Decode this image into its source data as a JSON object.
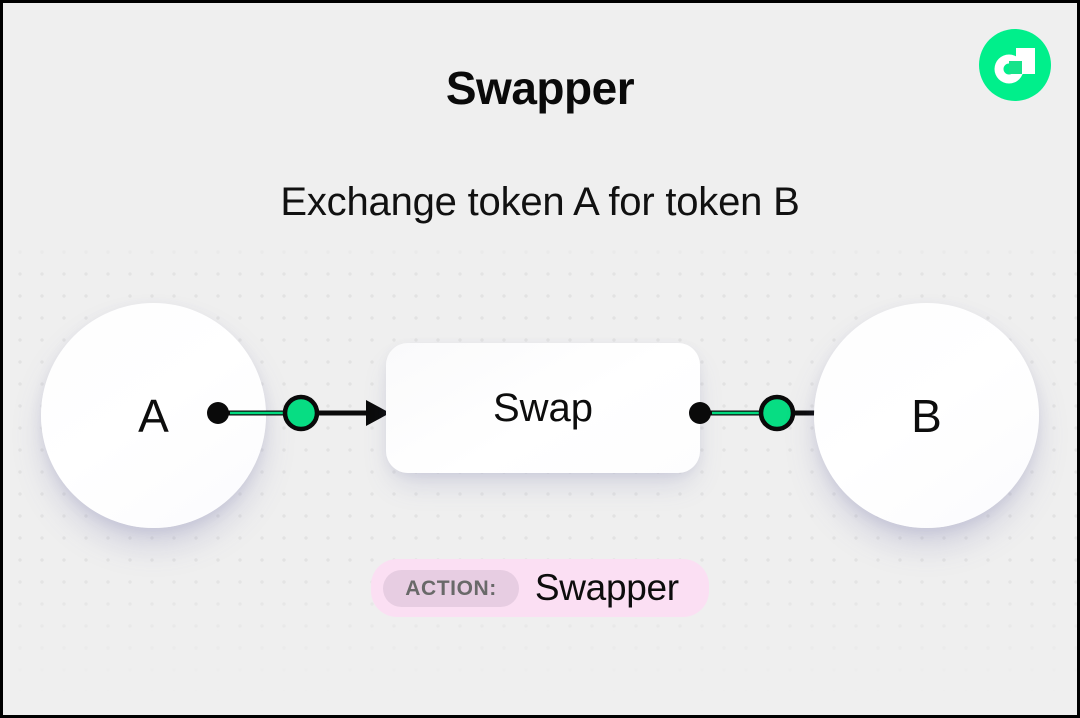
{
  "page": {
    "title": "Swapper",
    "subtitle": "Exchange token A for token B",
    "background_color": "#efefef",
    "frame_color": "#000000"
  },
  "brand": {
    "name": "flow-logo",
    "icon": "flow-logo-icon",
    "circle_color": "#00ef8b",
    "mark_color": "#ffffff",
    "accent_color": "#16e38a"
  },
  "diagram": {
    "type": "flow",
    "nodes": [
      {
        "id": "token-a",
        "label": "A",
        "shape": "circle"
      },
      {
        "id": "swap",
        "label": "Swap",
        "shape": "rounded-rect"
      },
      {
        "id": "token-b",
        "label": "B",
        "shape": "circle"
      }
    ],
    "edges": [
      {
        "id": "edge-left",
        "from": "token-a",
        "to": "swap",
        "marker": "arrow"
      },
      {
        "id": "edge-right",
        "from": "swap",
        "to": "token-b",
        "marker": "arrow"
      }
    ],
    "edge_colors": {
      "line": "#0a0a0a",
      "highlight": "#00d97e",
      "source_dot": "#0a0a0a",
      "waypoint_dot": "#07dd83"
    }
  },
  "action_badge": {
    "label": "ACTION:",
    "value": "Swapper",
    "outer_color": "#fbdff3",
    "label_pill_color": "#e7cde2",
    "label_text_color": "#696969"
  }
}
